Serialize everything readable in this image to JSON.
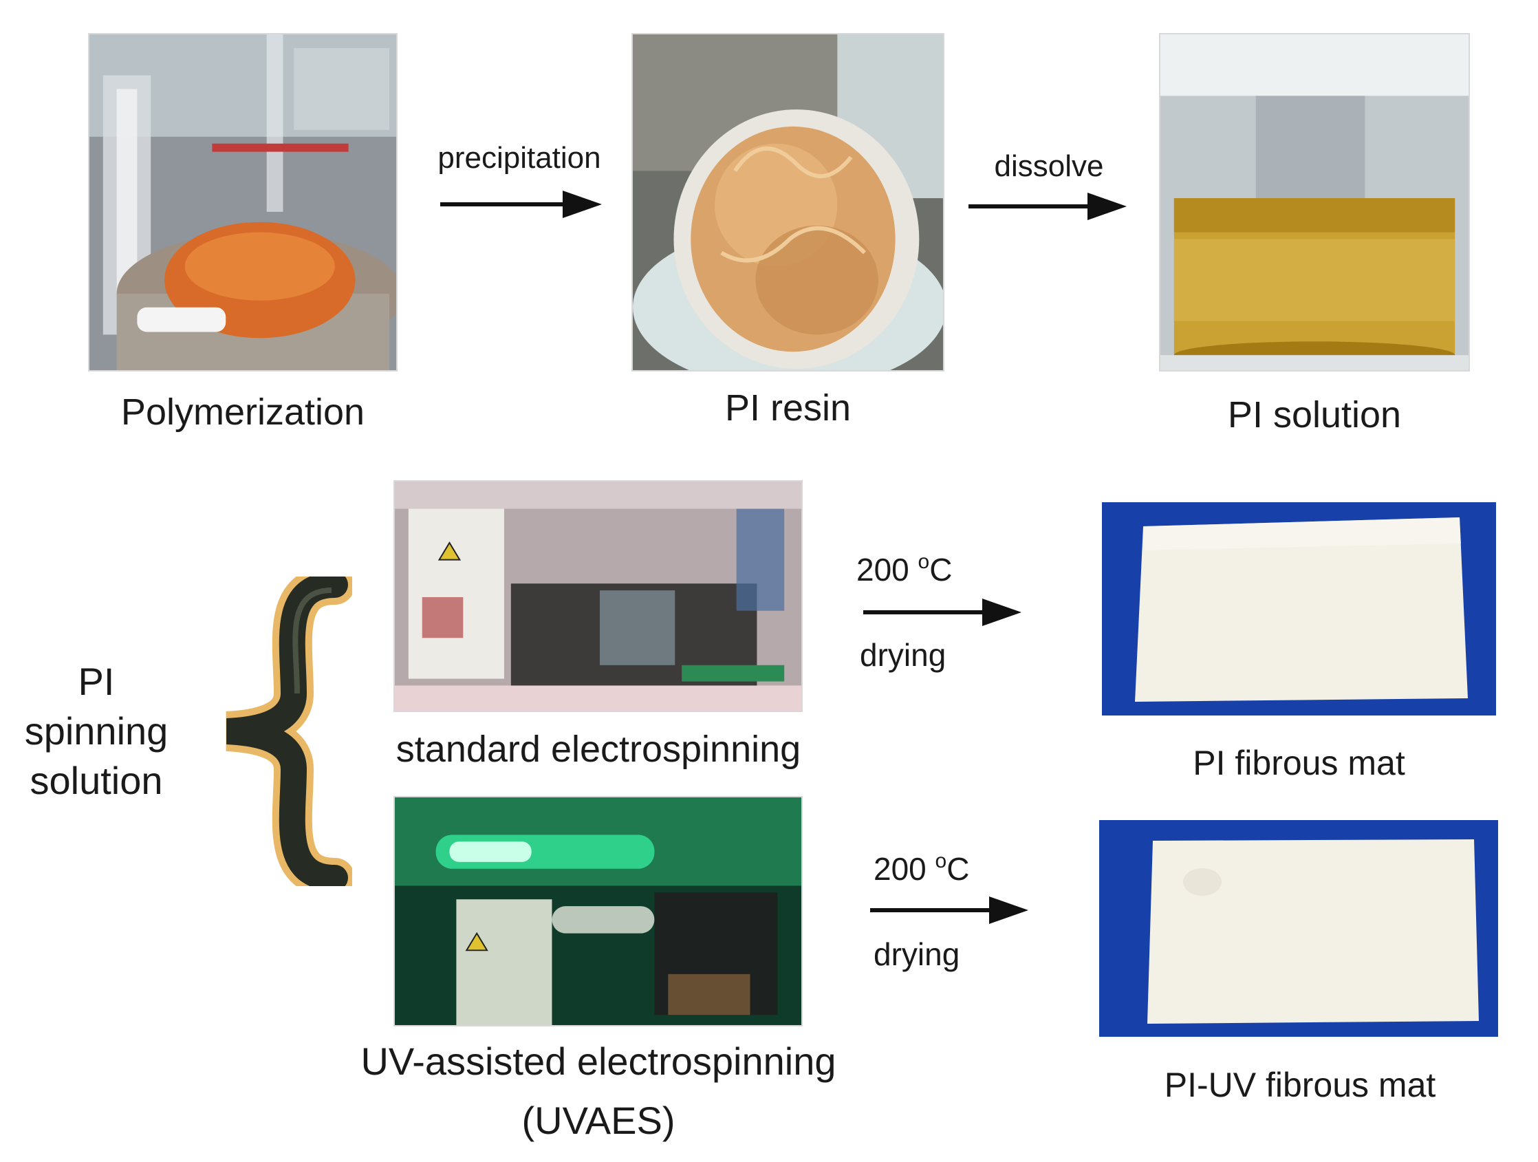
{
  "steps": {
    "polymerization": "Polymerization",
    "pi_resin": "PI resin",
    "pi_solution": "PI solution"
  },
  "arrows": {
    "precipitation": "precipitation",
    "dissolve": "dissolve",
    "temp_top": "200",
    "temp_bottom": "200",
    "temp_unit": "o",
    "temp_unit_letter": "C",
    "drying_top": "drying",
    "drying_bottom": "drying"
  },
  "spinning": {
    "line1": "PI",
    "line2": "spinning",
    "line3": "solution",
    "standard": "standard electrospinning",
    "uv_line1": "UV-assisted electrospinning",
    "uv_line2": "(UVAES)"
  },
  "mats": {
    "pi_mat": "PI fibrous mat",
    "pi_uv_mat": "PI-UV fibrous mat"
  },
  "colors": {
    "resin": "#d9a36a",
    "solution": "#c9a233",
    "uv_glow": "#2fd08a",
    "mat_background": "#1740a8",
    "mat": "#f3f0e6",
    "brace_outline": "#e8b866"
  }
}
